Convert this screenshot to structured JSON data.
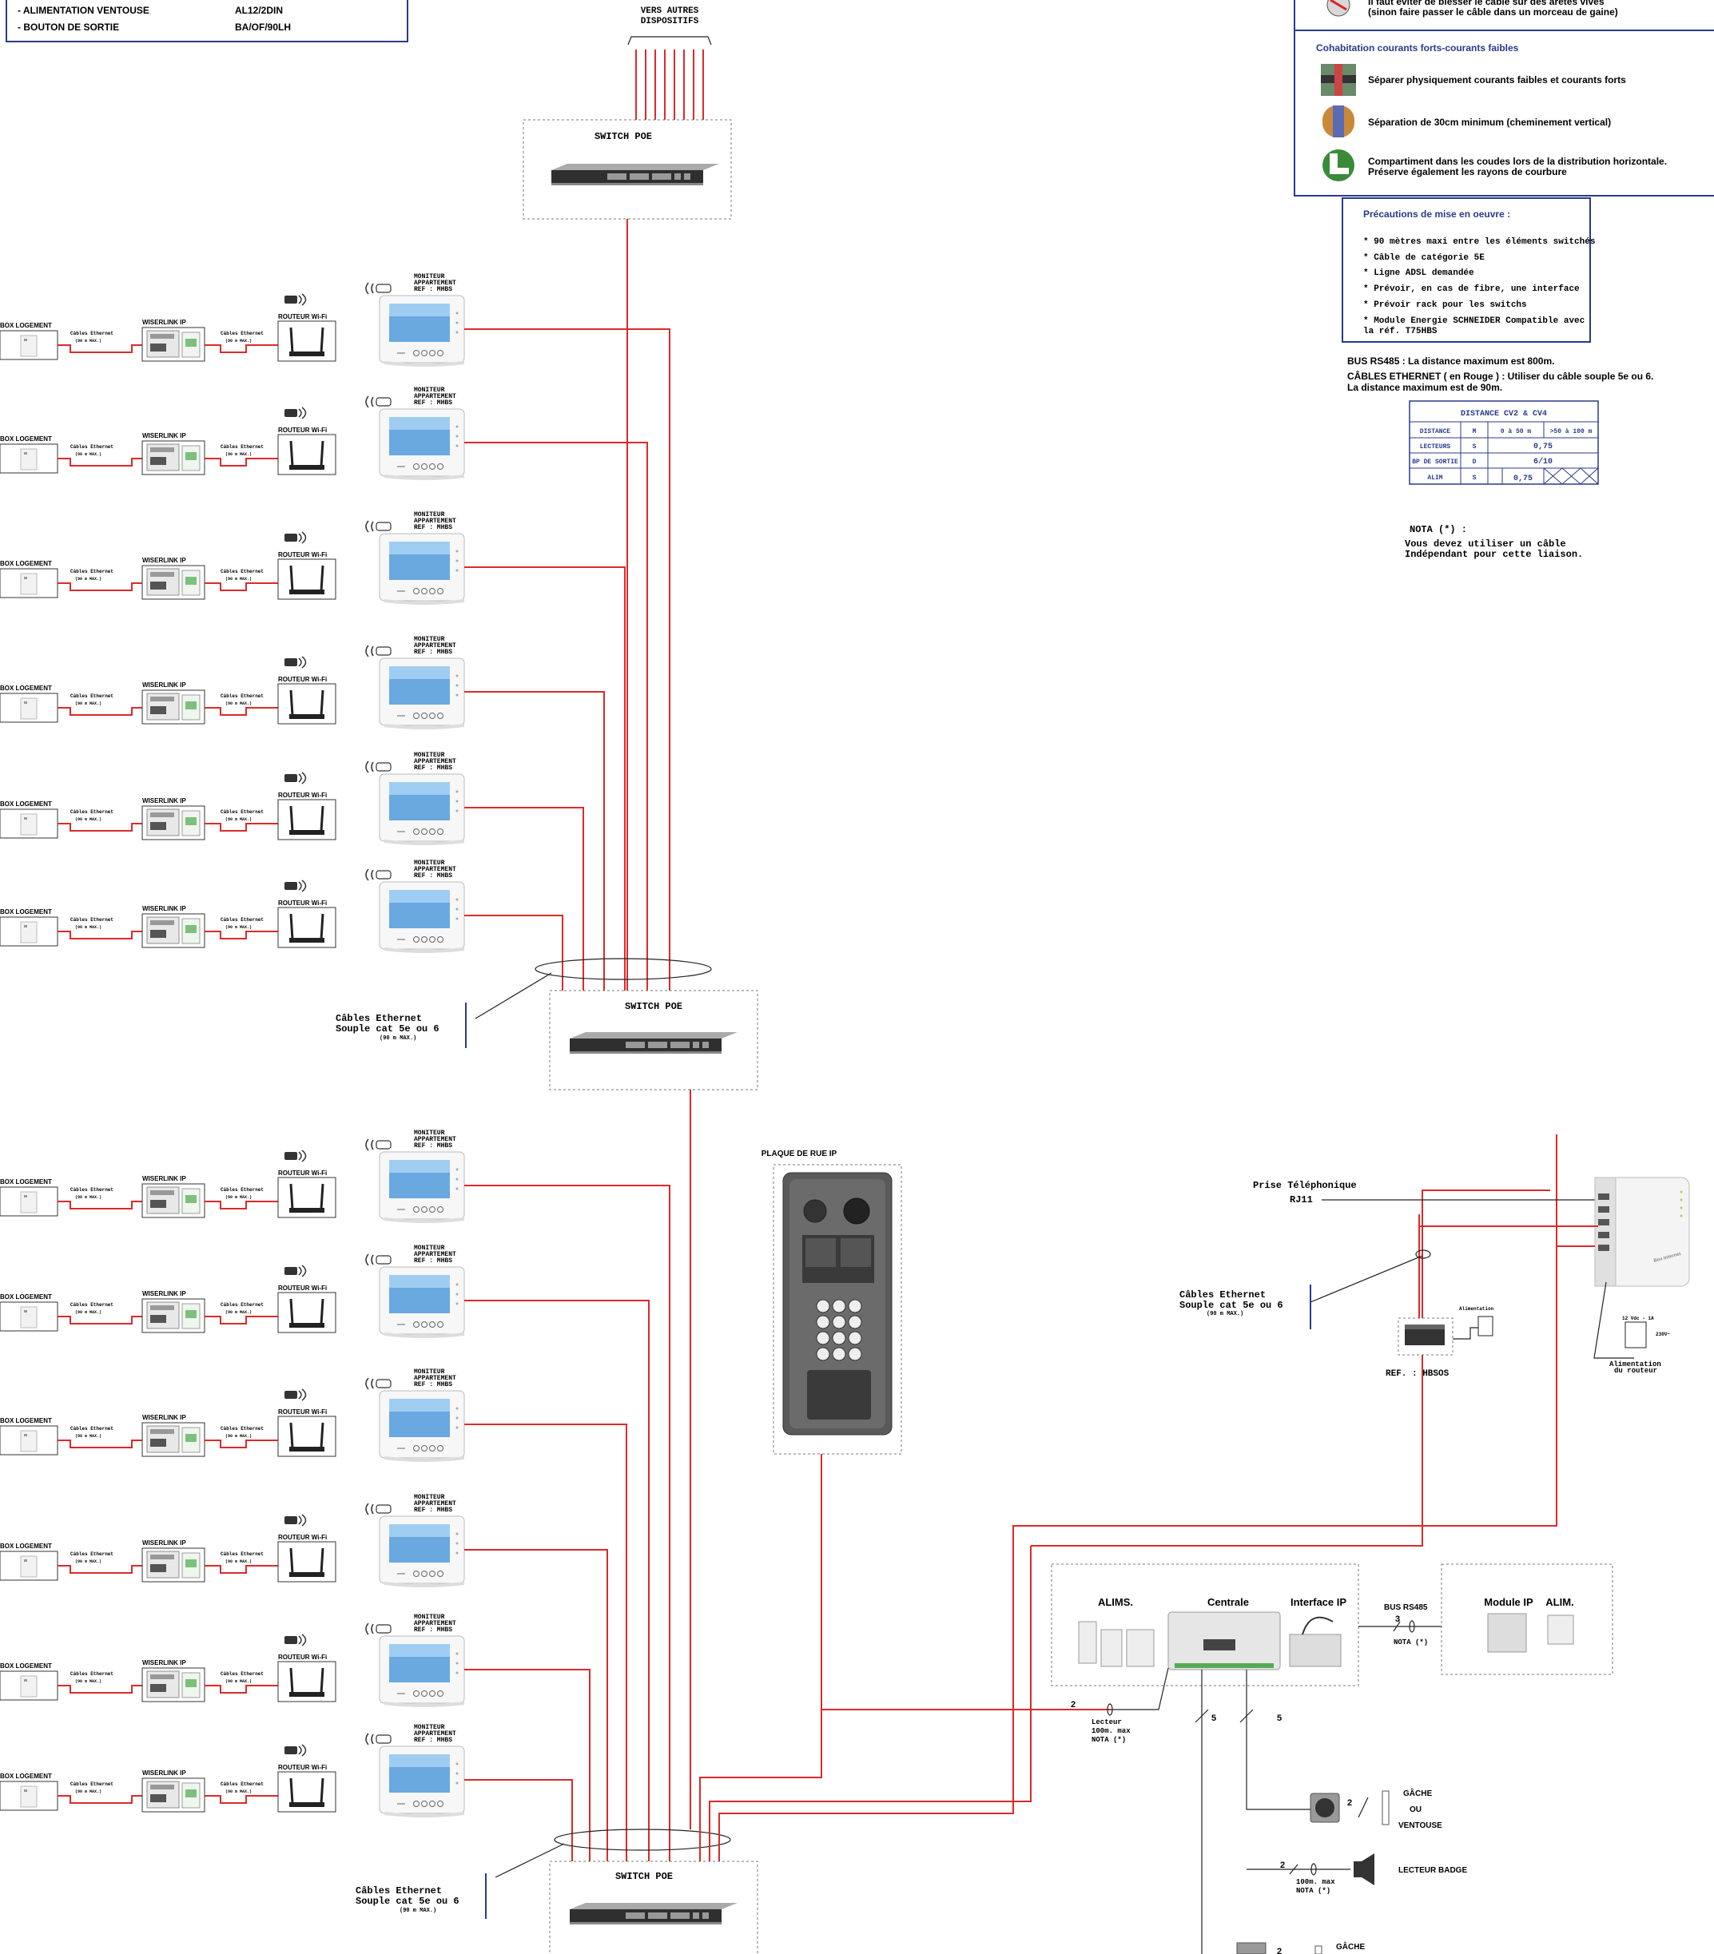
{
  "legend_top_left": {
    "rows": [
      {
        "label": "- ALIMENTATION  VENTOUSE",
        "ref": "AL12/2DIN"
      },
      {
        "label": "- BOUTON DE SORTIE",
        "ref": "BA/OF/90LH"
      }
    ]
  },
  "top": {
    "vers_autres_line1": "VERS AUTRES",
    "vers_autres_line2": "DISPOSITIFS",
    "switch_label": "SWITCH POE"
  },
  "apartment": {
    "box_logement": "BOX LOGEMENT",
    "cable_label": "Câbles Ethernet",
    "cable_max": "(90 m MAX.)",
    "wiserlink": "WISERLINK IP",
    "router": "ROUTEUR Wi-Fi",
    "monitor_line1": "MONITEUR",
    "monitor_line2": "APPARTEMENT",
    "monitor_line3": "REF : MHBS"
  },
  "bundle_label": {
    "line1": "Câbles Ethernet",
    "line2": "Souple cat 5e ou 6",
    "line3": "(90 m MAX.)"
  },
  "plaque": {
    "title": "PLAQUE DE RUE IP"
  },
  "right_panel": {
    "top_clip_line1": "Il faut éviter de blesser le câble sur des arêtes vives",
    "top_clip_line2": "(sinon faire passer le câble dans un morceau de gaine)",
    "cohab_title": "Cohabitation courants forts-courants faibles",
    "cohab_items": [
      "Séparer physiquement courants faibles et courants forts",
      "Séparation de 30cm minimum (cheminement vertical)",
      "Compartiment dans les coudes lors de la distribution horizontale.",
      "Préserve également les rayons de courbure"
    ],
    "precautions_title": "Précautions de mise en oeuvre :",
    "precautions": [
      "* 90 mètres maxi entre les éléments switchés",
      "* Câble de catégorie 5E",
      "* Ligne ADSL demandée",
      "* Prévoir, en cas de fibre, une interface",
      "* Prévoir rack pour les switchs",
      "* Module Energie SCHNEIDER Compatible avec",
      "la réf. T75HBS"
    ],
    "bus_note": "BUS RS485 : La distance maximum est 800m.",
    "eth_note1": "CÂBLES ETHERNET ( en Rouge ) : Utiliser du câble souple 5e ou 6.",
    "eth_note2": "La distance maximum est de 90m.",
    "table": {
      "title": "DISTANCE CV2 & CV4",
      "header": [
        "DISTANCE",
        "M",
        "0 à 50 m",
        ">50 à 100 m"
      ],
      "rows": [
        [
          "LECTEURS",
          "S",
          "0,75"
        ],
        [
          "BP DE SORTIE",
          "D",
          "6/10"
        ],
        [
          "ALIM",
          "S",
          "0,75"
        ]
      ]
    },
    "nota_title": "NOTA (*) :",
    "nota_line1": "Vous devez utiliser un câble",
    "nota_line2": "Indépendant pour cette liaison."
  },
  "router_area": {
    "prise_line1": "Prise Téléphonique",
    "prise_line2": "RJ11",
    "alim_small": "Alimentation",
    "ref_hbsos": "REF. : HBSOS",
    "volt": "12 Vdc - 1A",
    "v230": "230V~",
    "alim_routeur1": "Alimentation",
    "alim_routeur2": "du routeur"
  },
  "centrale": {
    "alims": "ALIMS.",
    "centrale": "Centrale",
    "interface_ip": "Interface IP",
    "bus": "BUS RS485",
    "bus_n": "3",
    "nota": "NOTA (*)",
    "module_ip": "Module IP",
    "alim": "ALIM.",
    "lecteur_n": "2",
    "lecteur1": "Lecteur",
    "lecteur2": "100m. max",
    "lecteur3": "NOTA (*)",
    "n5a": "5",
    "n5b": "5",
    "gache_n": "2",
    "gache": "GÂCHE",
    "ou": "OU",
    "ventouse": "VENTOUSE",
    "badge_n": "2",
    "badge1": "100m. max",
    "badge2": "NOTA (*)",
    "lecteur_badge": "LECTEUR BADGE",
    "gache_bottom_n": "2",
    "gache_bottom": "GÂCHE"
  },
  "colors": {
    "cable": "#dc2a2a",
    "frame": "#2a3a8a"
  }
}
